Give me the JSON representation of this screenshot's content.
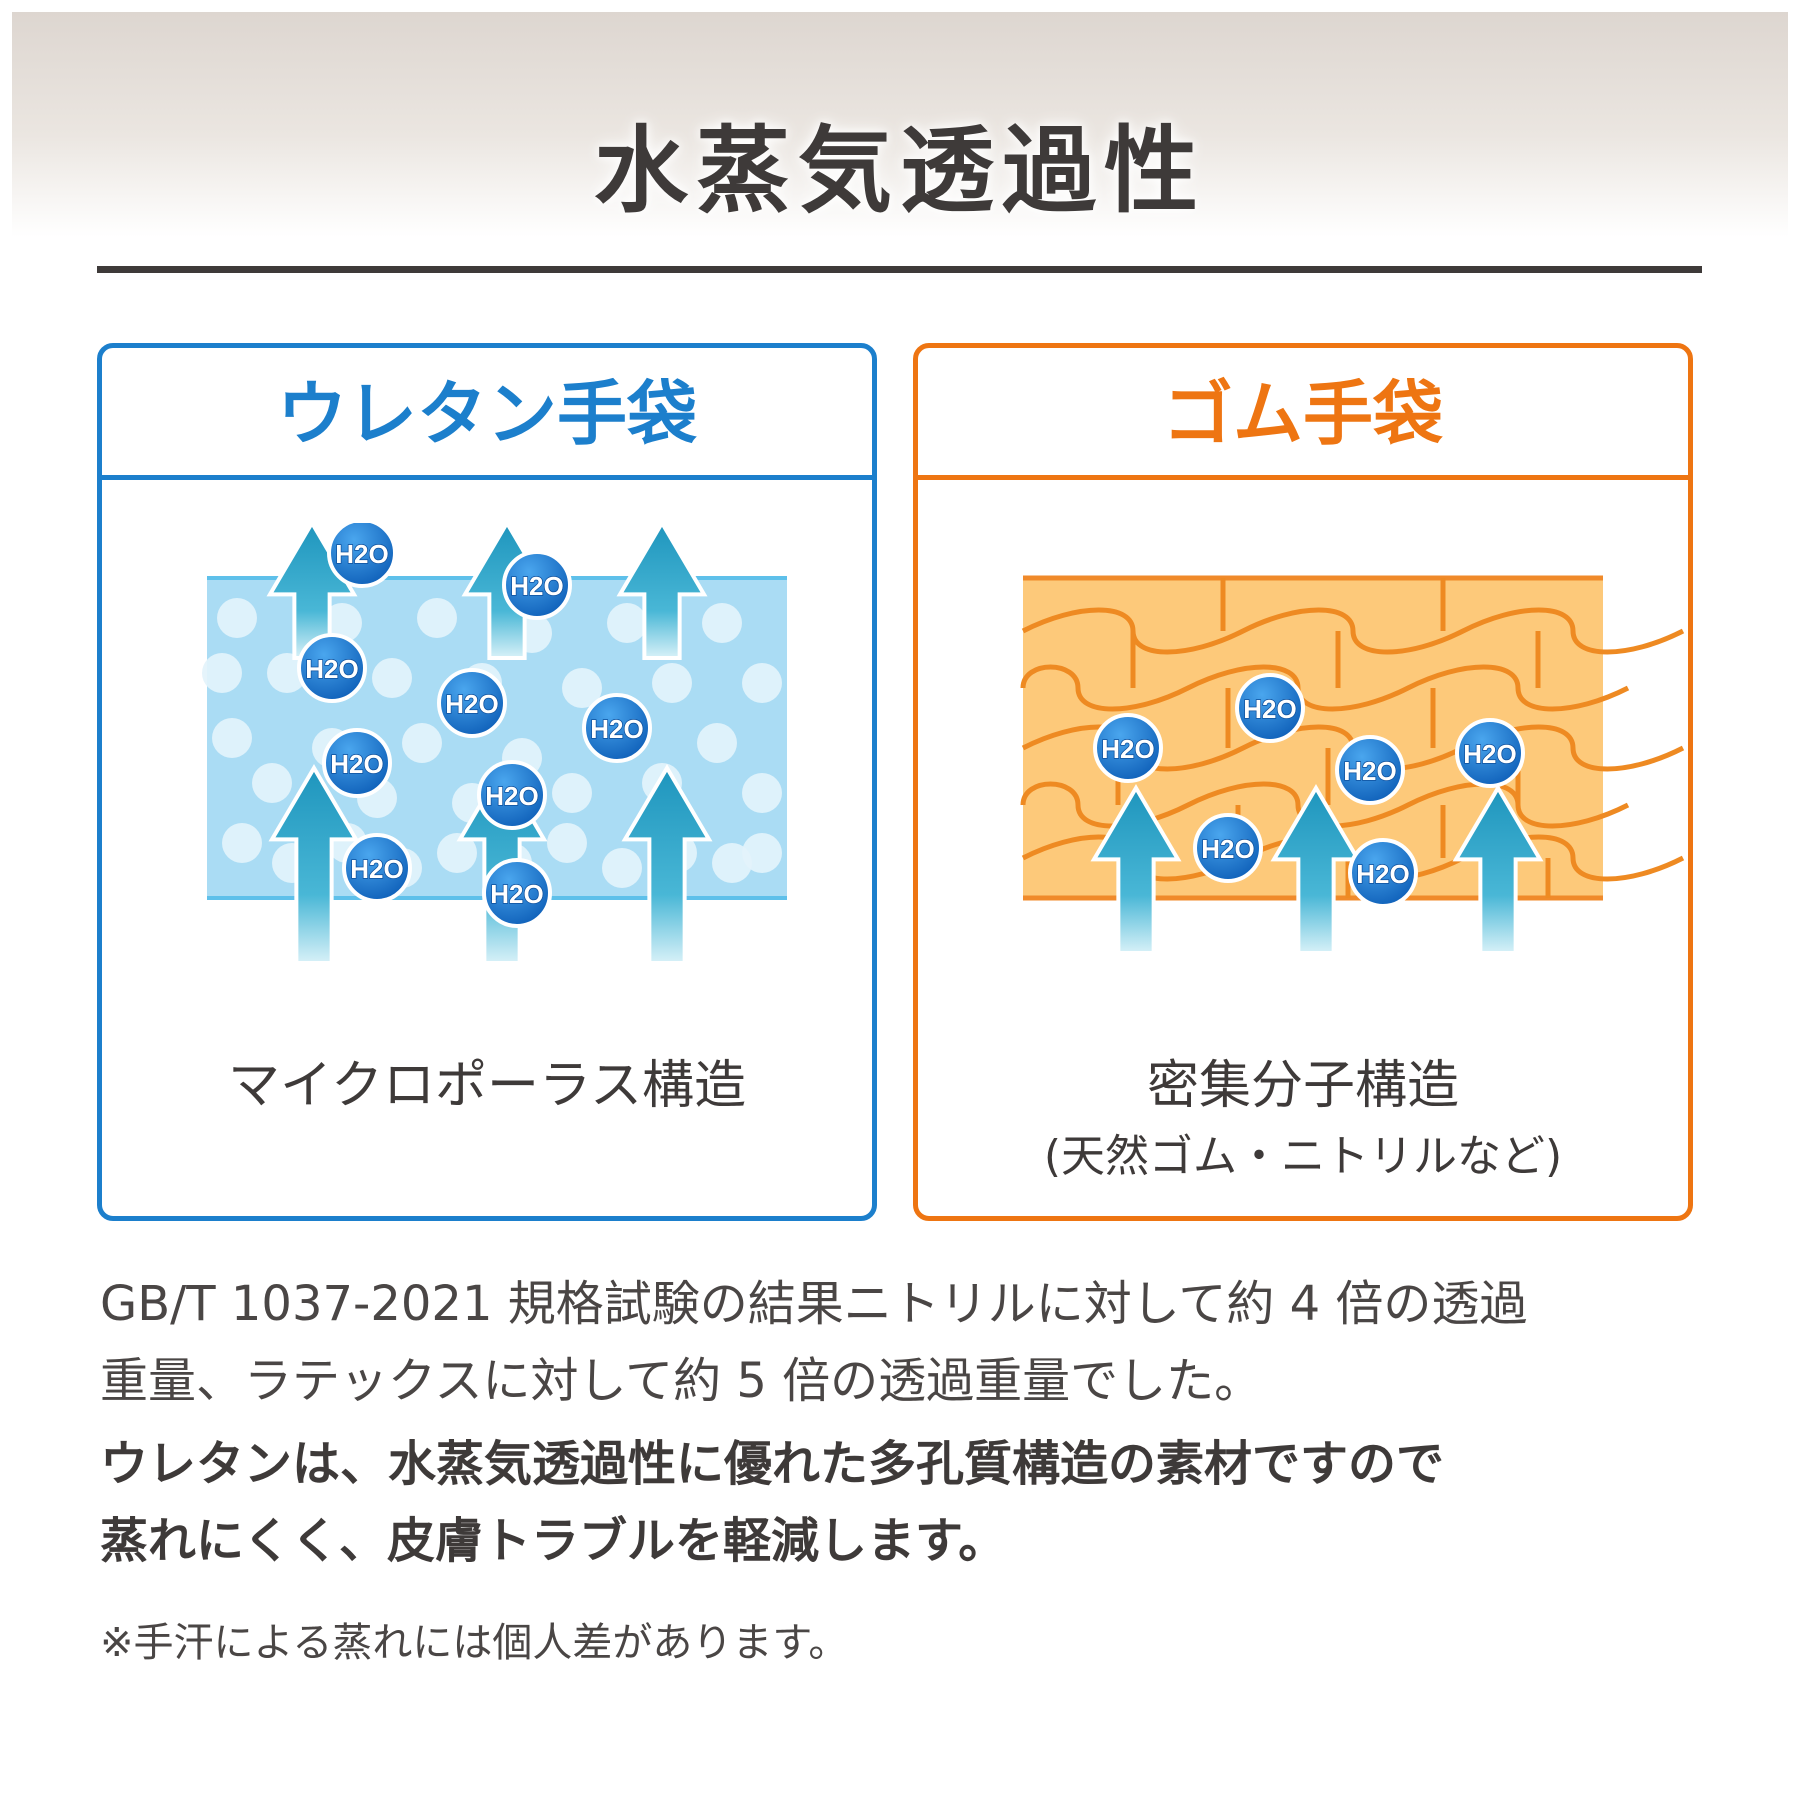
{
  "title": "水蒸気透過性",
  "colors": {
    "urethane_accent": "#1c7fcc",
    "rubber_accent": "#ee7512",
    "arrow": "#1e9cc0",
    "molecule": "#1673cf",
    "text": "#3e3a39"
  },
  "left_panel": {
    "heading": "ウレタン手袋",
    "molecule_label": "H2O",
    "caption": "マイクロポーラス構造"
  },
  "right_panel": {
    "heading": "ゴム手袋",
    "molecule_label": "H2O",
    "caption": "密集分子構造",
    "subcaption": "(天然ゴム・ニトリルなど)"
  },
  "description": {
    "line1": "GB/T 1037-2021 規格試験の結果ニトリルに対して約 4 倍の透過",
    "line2": "重量、ラテックスに対して約 5 倍の透過重量でした。",
    "bold_line1": "ウレタンは、水蒸気透過性に優れた多孔質構造の素材ですので",
    "bold_line2": "蒸れにくく、皮膚トラブルを軽減します。"
  },
  "note": "※手汗による蒸れには個人差があります。"
}
